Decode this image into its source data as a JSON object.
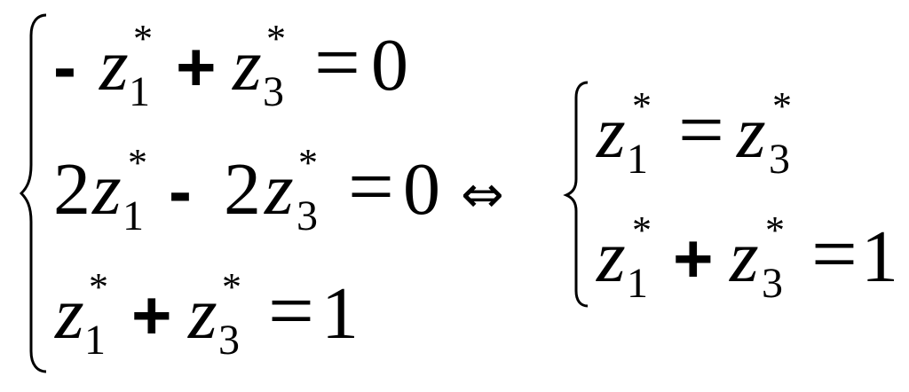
{
  "system_left": {
    "equations": [
      {
        "minus_sign": "-",
        "var_a": "z",
        "sup_a": "*",
        "sub_a": "1",
        "plus_sign": "+",
        "var_b": "z",
        "sup_b": "*",
        "sub_b": "3",
        "equals": "=",
        "rhs": "0"
      },
      {
        "coef_a": "2",
        "var_a": "z",
        "sup_a": "*",
        "sub_a": "1",
        "minus_sign": "-",
        "coef_b": "2",
        "var_b": "z",
        "sup_b": "*",
        "sub_b": "3",
        "equals": "=",
        "rhs": "0"
      },
      {
        "var_a": "z",
        "sup_a": "*",
        "sub_a": "1",
        "plus_sign": "+",
        "var_b": "z",
        "sup_b": "*",
        "sub_b": "3",
        "equals": "=",
        "rhs": "1"
      }
    ]
  },
  "equivalence_symbol": "⇔",
  "system_right": {
    "equations": [
      {
        "var_a": "z",
        "sup_a": "*",
        "sub_a": "1",
        "equals": "=",
        "var_b": "z",
        "sup_b": "*",
        "sub_b": "3"
      },
      {
        "var_a": "z",
        "sup_a": "*",
        "sub_a": "1",
        "plus_sign": "+",
        "var_b": "z",
        "sup_b": "*",
        "sub_b": "3",
        "equals": "=",
        "rhs": "1"
      }
    ]
  }
}
